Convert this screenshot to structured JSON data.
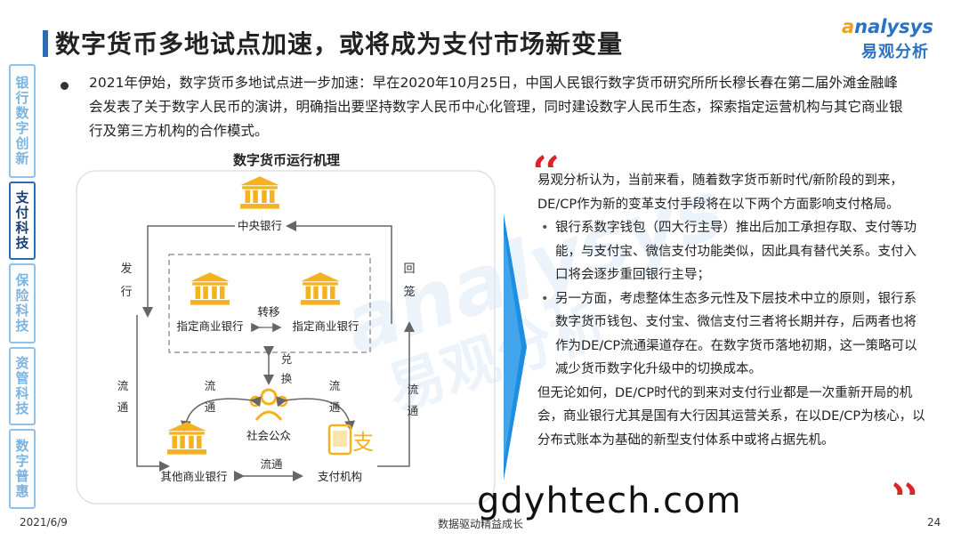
{
  "title": "数字货币多地试点加速，或将成为支付市场新变量",
  "logo": {
    "en_prefix": "a",
    "en_rest": "nalysys",
    "cn": "易观分析"
  },
  "sidebar": [
    {
      "label": "银行数字创新",
      "active": false
    },
    {
      "label": "支付科技",
      "active": true
    },
    {
      "label": "保险科技",
      "active": false
    },
    {
      "label": "资管科技",
      "active": false
    },
    {
      "label": "数字普惠",
      "active": false
    }
  ],
  "intro": "2021年伊始，数字货币多地试点进一步加速：早在2020年10月25日，中国人民银行数字货币研究所所长穆长春在第二届外滩金融峰会发表了关于数字人民币的演讲，明确指出要坚持数字人民币中心化管理，同时建设数字人民币生态，探索指定运营机构与其它商业银行及第三方机构的合作模式。",
  "diagram": {
    "title": "数字货币运行机理",
    "nodes": {
      "central_bank": "中央银行",
      "designated_bank_a": "指定商业银行",
      "designated_bank_b": "指定商业银行",
      "public": "社会公众",
      "other_banks": "其他商业银行",
      "payment_institution": "支付机构"
    },
    "edges": {
      "issue": "发行",
      "recall": "回笼",
      "transfer": "转移",
      "exchange": "兑换",
      "circulate_left_outer": "流通",
      "circulate_left_inner": "流通",
      "circulate_right_inner": "流通",
      "circulate_right_outer": "流通",
      "circulate_bottom": "流通"
    },
    "colors": {
      "icon": "#f5b21e",
      "line": "#666666"
    }
  },
  "analysis": {
    "intro": "易观分析认为，当前来看，随着数字货币新时代/新阶段的到来，DE/CP作为新的变革支付手段将在以下两个方面影响支付格局。",
    "points": [
      "银行系数字钱包（四大行主导）推出后加工承担存取、支付等功能，与支付宝、微信支付功能类似，因此具有替代关系。支付入口将会逐步重回银行主导；",
      "另一方面，考虑整体生态多元性及下层技术中立的原则，银行系数字货币钱包、支付宝、微信支付三者将长期并存，后两者也将作为DE/CP流通渠道存在。在数字货币落地初期，这一策略可以减少货币数字化升级中的切换成本。"
    ],
    "conclusion": "但无论如何，DE/CP时代的到来对支付行业都是一次重新开局的机会，商业银行尤其是国有大行因其运营关系，在以DE/CP为核心，以分布式账本为基础的新型支付体系中或将占据先机。"
  },
  "watermark": {
    "en": "analysys",
    "cn": "易观分析"
  },
  "footer": {
    "date": "2021/6/9",
    "center": "数据驱动精益成长",
    "page": "24"
  },
  "overlay_text": "gdyhtech.com",
  "colors": {
    "accent": "#2a6db5",
    "side_border": "#8ec2ec",
    "arrow": "#1e8fe0",
    "quote": "#d9262b"
  }
}
